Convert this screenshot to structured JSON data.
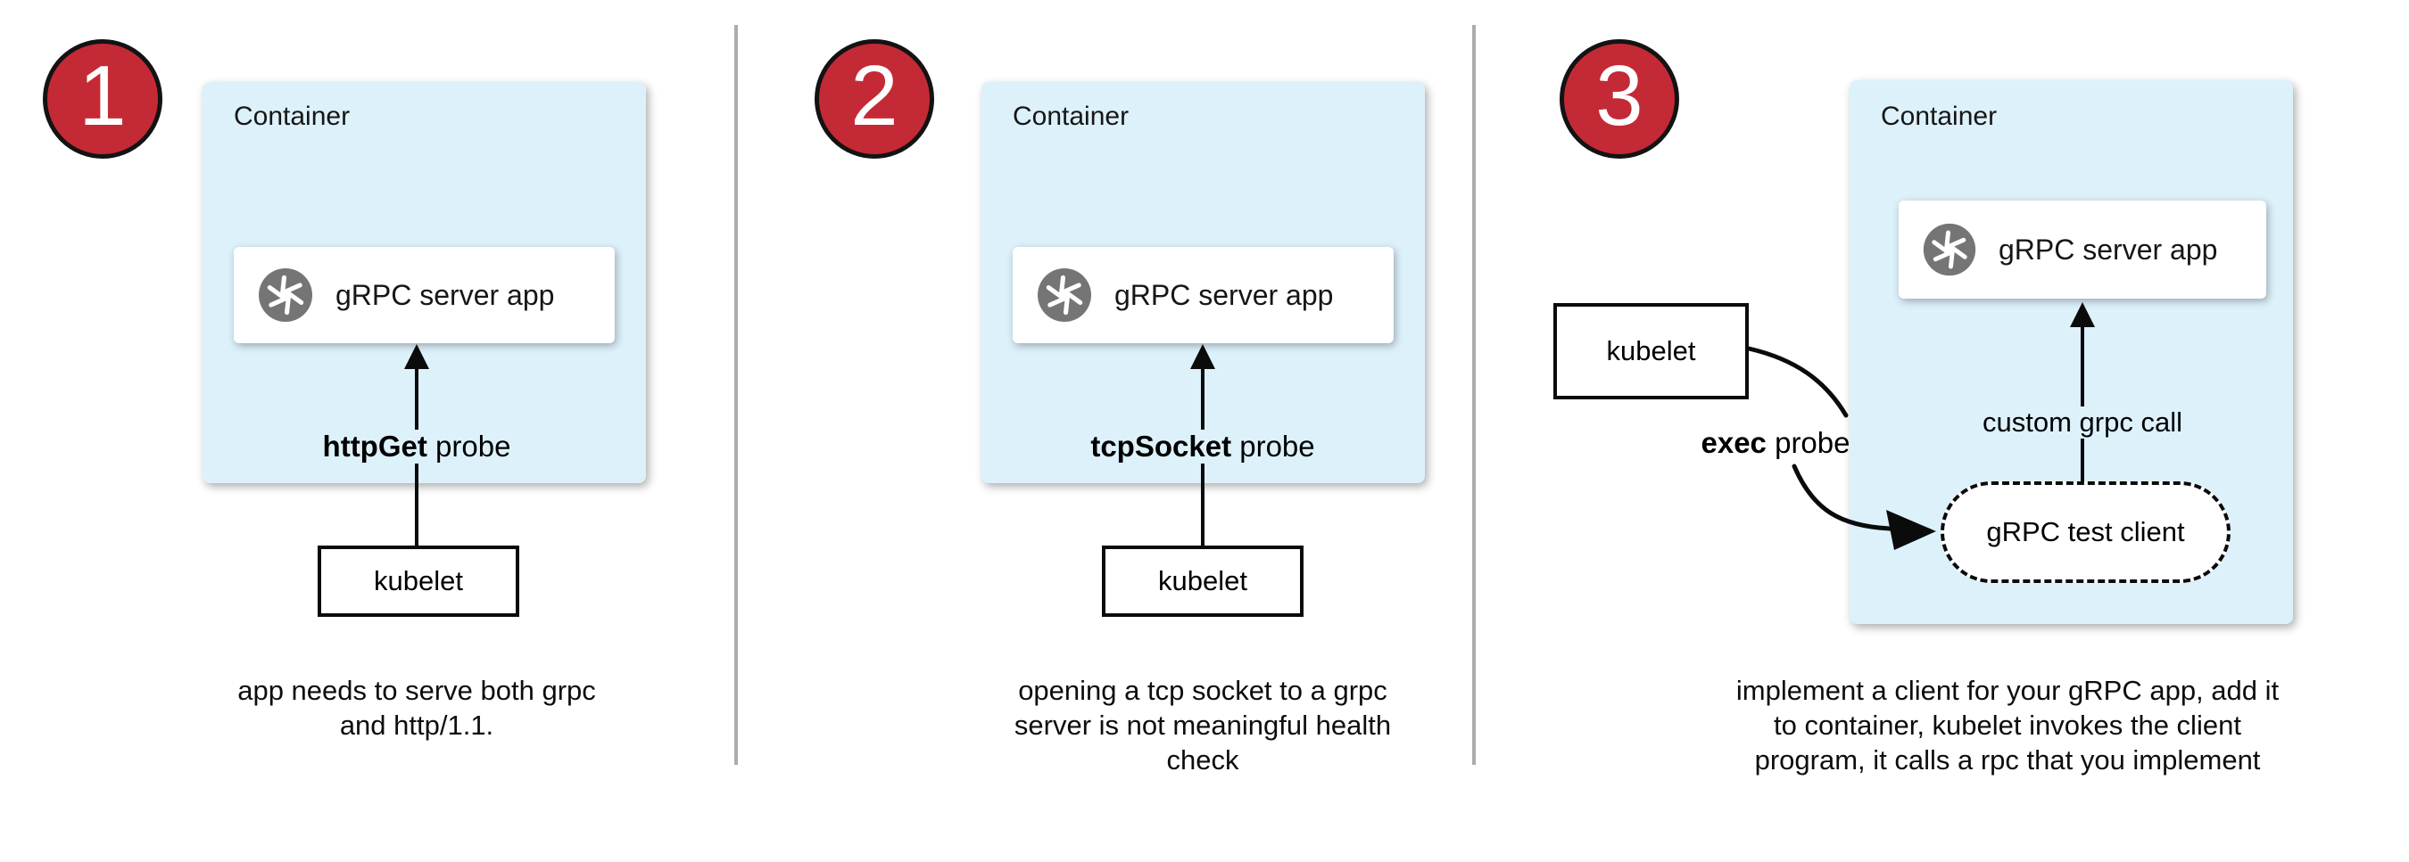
{
  "colors": {
    "badge_red": "#C42A35",
    "container_blue": "#DDF1FB",
    "icon_gray": "#757575",
    "divider_gray": "#ACACAC"
  },
  "panels": [
    {
      "badge": "1",
      "container_label": "Container",
      "app_label": "gRPC server app",
      "app_icon": "camera-aperture-icon",
      "probe_bold": "httpGet",
      "probe_rest": " probe",
      "kubelet_label": "kubelet",
      "caption_lines": [
        "app needs to serve both grpc",
        "and http/1.1."
      ]
    },
    {
      "badge": "2",
      "container_label": "Container",
      "app_label": "gRPC server app",
      "app_icon": "camera-aperture-icon",
      "probe_bold": "tcpSocket",
      "probe_rest": " probe",
      "kubelet_label": "kubelet",
      "caption_lines": [
        "opening a tcp socket to a grpc",
        "server is not meaningful health",
        "check"
      ]
    },
    {
      "badge": "3",
      "container_label": "Container",
      "app_label": "gRPC server app",
      "app_icon": "camera-aperture-icon",
      "probe_bold": "exec",
      "probe_rest": " probe",
      "kubelet_label": "kubelet",
      "grpc_call_label": "custom grpc call",
      "test_client_label": "gRPC test client",
      "caption_lines": [
        "implement a client for your gRPC app, add it",
        "to container, kubelet invokes the client",
        "program, it calls a rpc that you implement"
      ]
    }
  ]
}
